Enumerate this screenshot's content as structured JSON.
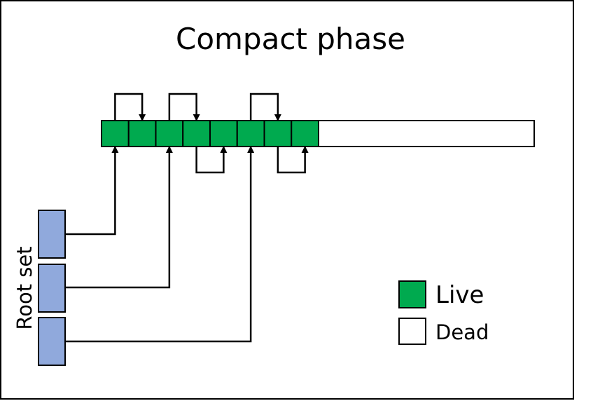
{
  "diagram": {
    "title": "Compact phase",
    "root_set_label": "Root set",
    "legend": {
      "live_label": "Live",
      "dead_label": "Dead"
    },
    "heap": {
      "live_cells": 8,
      "dead_cells": 0
    },
    "colors": {
      "live": "#00AA4F",
      "dead": "#FFFFFF",
      "root": "#90A9DC",
      "stroke": "#000000"
    },
    "root_refs": [
      {
        "root": 1,
        "target_cell": 1
      },
      {
        "root": 2,
        "target_cell": 3
      },
      {
        "root": 3,
        "target_cell": 6
      }
    ],
    "heap_refs_top": [
      {
        "from_cell": 1,
        "to_cell": 2
      },
      {
        "from_cell": 3,
        "to_cell": 4
      },
      {
        "from_cell": 6,
        "to_cell": 7
      }
    ],
    "heap_refs_bottom": [
      {
        "from_cell": 4,
        "to_cell": 5
      },
      {
        "from_cell": 7,
        "to_cell": 8
      }
    ]
  }
}
